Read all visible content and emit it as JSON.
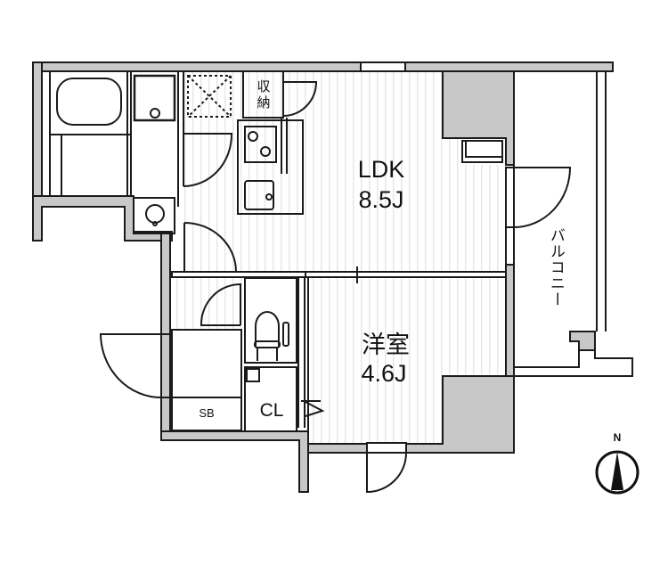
{
  "floor_plan": {
    "rooms": [
      {
        "id": "ldk",
        "name": "LDK",
        "size": "8.5J"
      },
      {
        "id": "western-room",
        "name": "洋室",
        "size": "4.6J"
      },
      {
        "id": "balcony",
        "name": "バルコニー"
      }
    ],
    "labels": {
      "storage": "収納",
      "closet": "CL",
      "shoe_box": "SB"
    },
    "compass": {
      "label": "N"
    },
    "colors": {
      "wall_fill": "#c8c8c8",
      "line": "#1a1a1a",
      "floor_stripe": "#ececec",
      "background": "#ffffff"
    }
  }
}
